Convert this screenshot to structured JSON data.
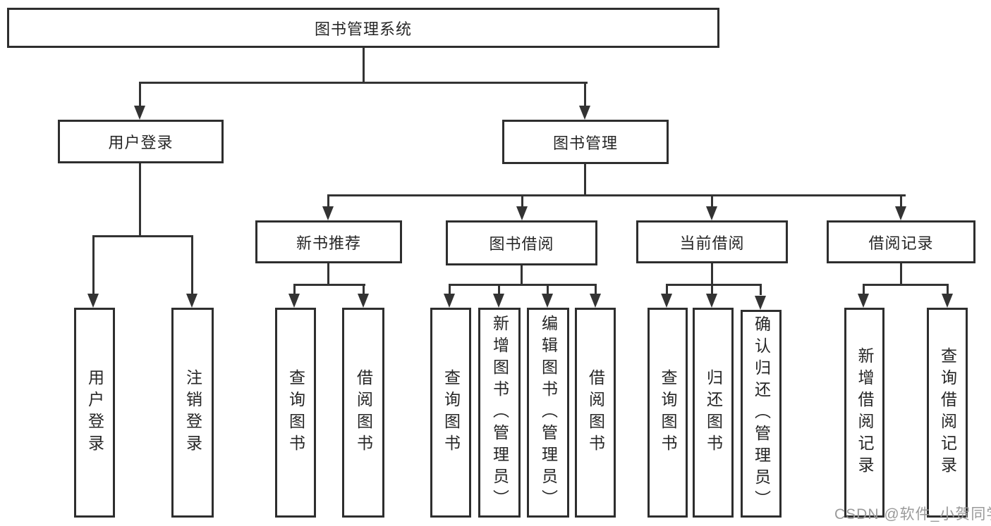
{
  "tree": {
    "label": "图书管理系统",
    "children": [
      {
        "label": "用户登录",
        "children": [
          {
            "label": "用户登录"
          },
          {
            "label": "注销登录"
          }
        ]
      },
      {
        "label": "图书管理",
        "children": [
          {
            "label": "新书推荐",
            "children": [
              {
                "label": "查询图书"
              },
              {
                "label": "借阅图书"
              }
            ]
          },
          {
            "label": "图书借阅",
            "children": [
              {
                "label": "查询图书"
              },
              {
                "label": "新增图书（管理员）"
              },
              {
                "label": "编辑图书（管理员）"
              },
              {
                "label": "借阅图书"
              }
            ]
          },
          {
            "label": "当前借阅",
            "children": [
              {
                "label": "查询图书"
              },
              {
                "label": "归还图书"
              },
              {
                "label": "确认归还（管理员）"
              }
            ]
          },
          {
            "label": "借阅记录",
            "children": [
              {
                "label": "新增借阅记录"
              },
              {
                "label": "查询借阅记录"
              }
            ]
          }
        ]
      }
    ]
  },
  "watermark": {
    "text": "CSDN @软件_小贺同学"
  },
  "colors": {
    "line": "#333333",
    "box_border": "#2e2e2e",
    "box_fill": "#ffffff",
    "text": "#262626",
    "watermark": "#9a9a9a",
    "background": "#ffffff"
  }
}
